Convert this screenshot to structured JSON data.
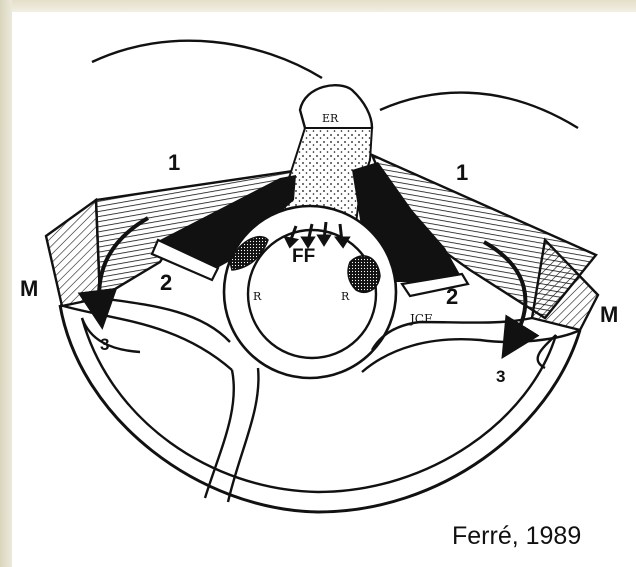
{
  "labels": {
    "er": "ER",
    "one_left": "1",
    "one_right": "1",
    "ff": "FF",
    "m_left": "M",
    "m_right": "M",
    "two_left": "2",
    "two_right": "2",
    "r_left": "R",
    "r_right": "R",
    "jcf": "JCF",
    "three_left": "3",
    "three_right": "3"
  },
  "citation": "Ferré, 1989"
}
